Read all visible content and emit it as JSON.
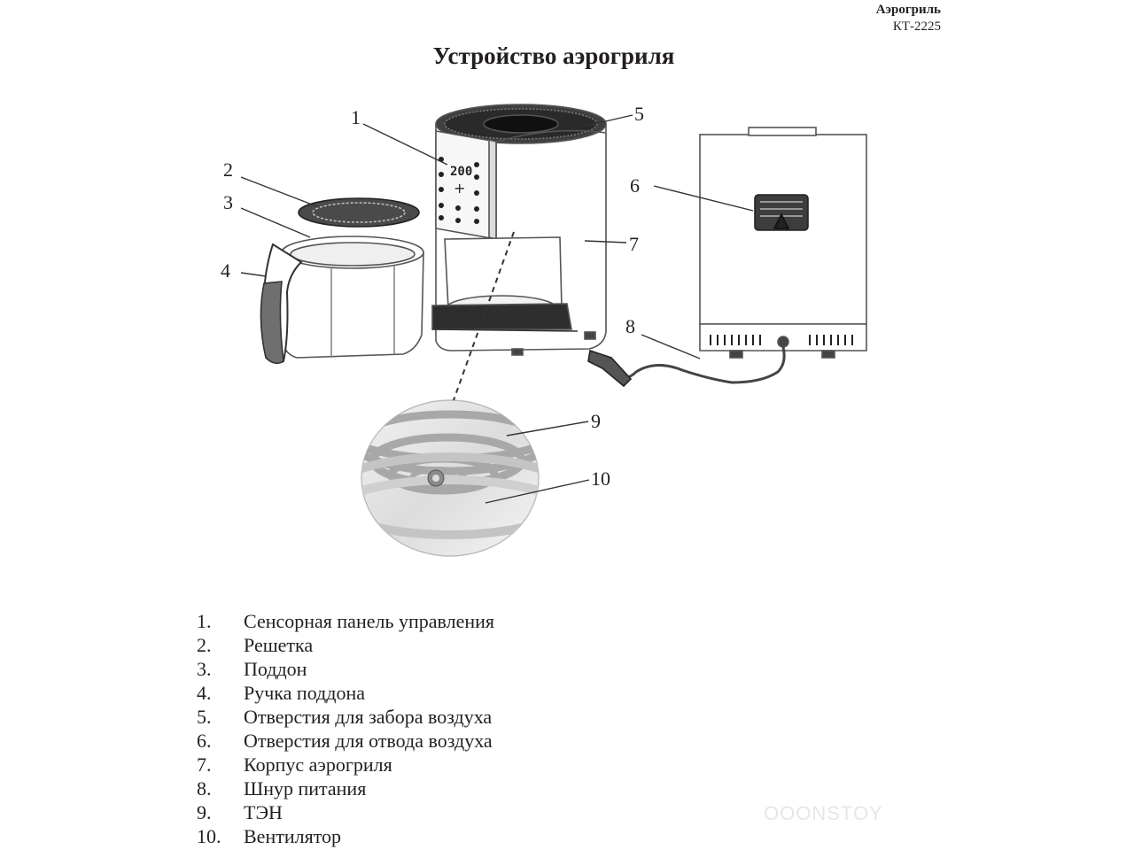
{
  "header": {
    "brand": "Аэрогриль",
    "model": "КТ-2225"
  },
  "title": "Устройство аэрогриля",
  "display_readout": "200",
  "callouts": [
    "1",
    "2",
    "3",
    "4",
    "5",
    "6",
    "7",
    "8",
    "9",
    "10"
  ],
  "legend": [
    {
      "num": "1.",
      "label": "Сенсорная панель управления"
    },
    {
      "num": "2.",
      "label": "Решетка"
    },
    {
      "num": "3.",
      "label": "Поддон"
    },
    {
      "num": "4.",
      "label": "Ручка поддона"
    },
    {
      "num": "5.",
      "label": "Отверстия для забора воздуха"
    },
    {
      "num": "6.",
      "label": "Отверстия для отвода воздуха"
    },
    {
      "num": "7.",
      "label": "Корпус аэрогриля"
    },
    {
      "num": "8.",
      "label": "Шнур питания"
    },
    {
      "num": "9.",
      "label": "ТЭН"
    },
    {
      "num": "10.",
      "label": "Вентилятор"
    }
  ],
  "watermark": "OOONSTOY"
}
